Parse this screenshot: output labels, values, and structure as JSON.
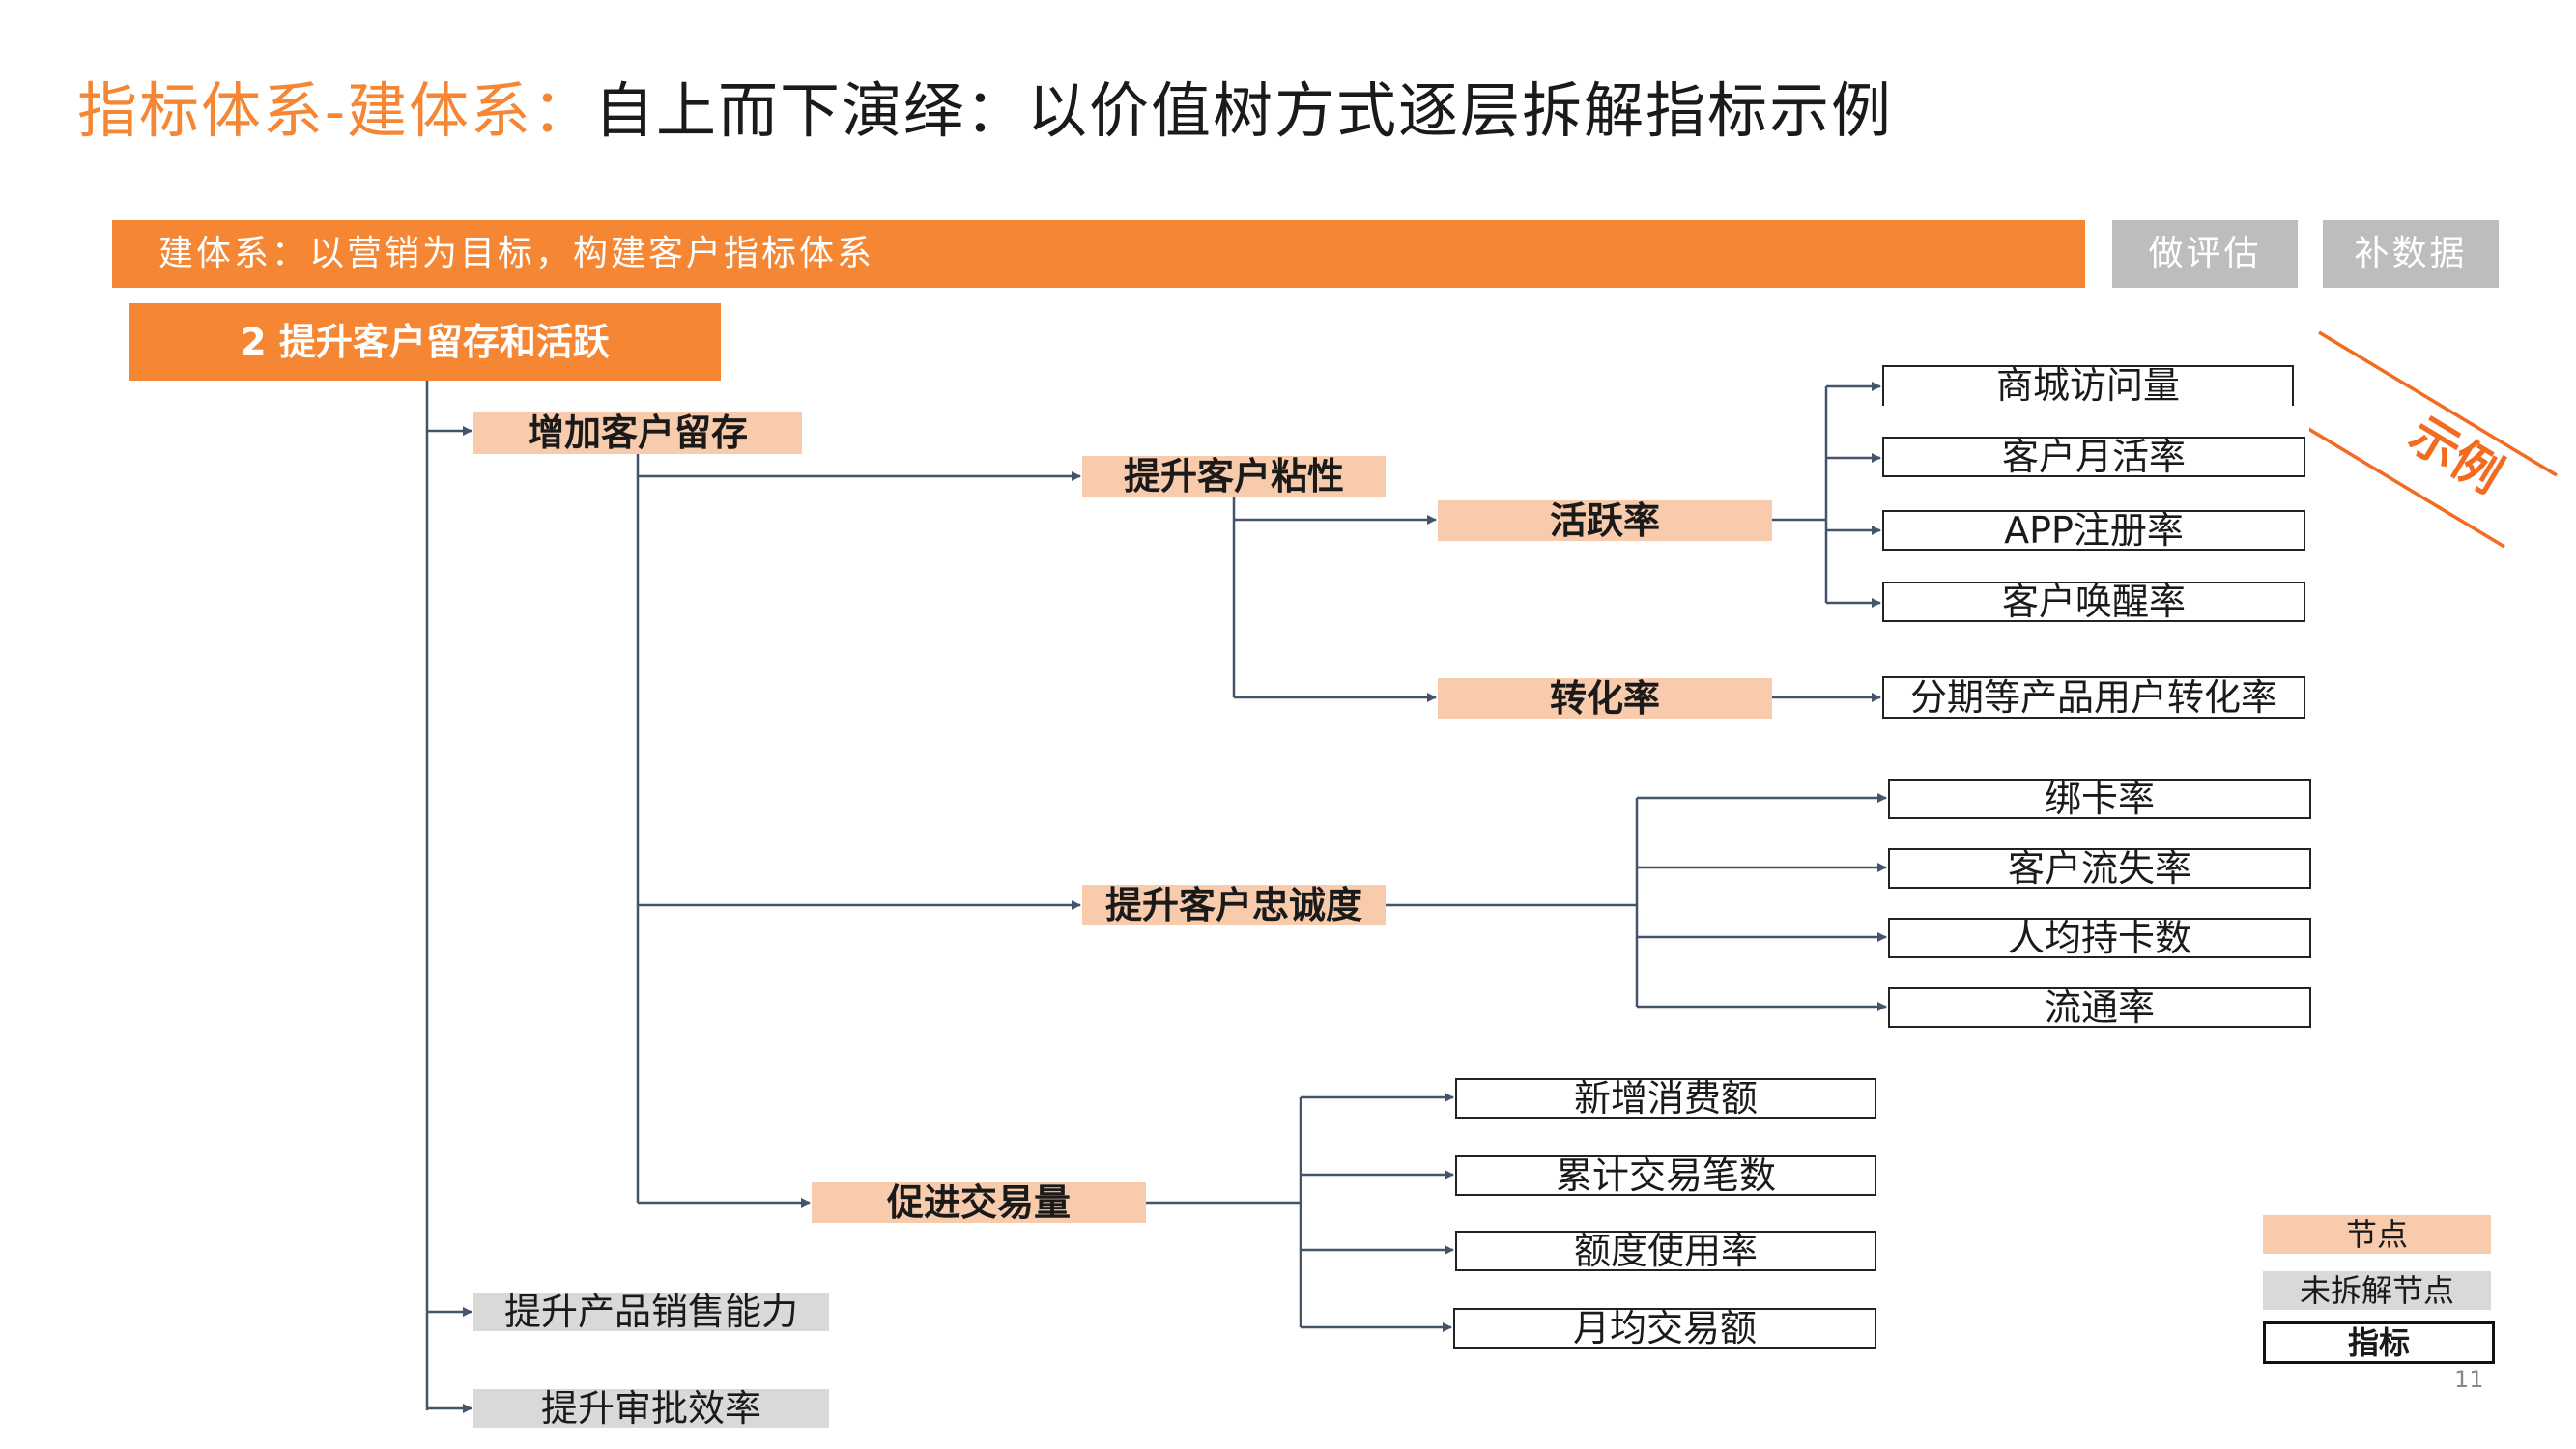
{
  "title": {
    "part1": "指标体系-建体系：",
    "part2": "自上而下演绎：以价值树方式逐层拆解指标示例"
  },
  "banner": "建体系：以营销为目标，构建客户指标体系",
  "buttons": {
    "evaluate": "做评估",
    "supplement": "补数据"
  },
  "root": "2  提升客户留存和活跃",
  "nodes": {
    "retention": "增加客户留存",
    "stickiness": "提升客户粘性",
    "activity": "活跃率",
    "conversion": "转化率",
    "loyalty": "提升客户忠诚度",
    "transaction": "促进交易量"
  },
  "unsplit": {
    "product_sales": "提升产品销售能力",
    "approval": "提升审批效率"
  },
  "metrics": {
    "activity": [
      "商城访问量",
      "客户月活率",
      "APP注册率",
      "客户唤醒率"
    ],
    "conversion": [
      "分期等产品用户转化率"
    ],
    "loyalty": [
      "绑卡率",
      "客户流失率",
      "人均持卡数",
      "流通率"
    ],
    "transaction": [
      "新增消费额",
      "累计交易笔数",
      "额度使用率",
      "月均交易额"
    ]
  },
  "stamp": "示例",
  "legend": {
    "node": "节点",
    "unsplit": "未拆解节点",
    "metric": "指标"
  },
  "page_number": "11",
  "colors": {
    "orange": "#F58634",
    "node_fill": "#F8CBAD",
    "unsplit_fill": "#D9D9D9",
    "line": "#44546A"
  }
}
